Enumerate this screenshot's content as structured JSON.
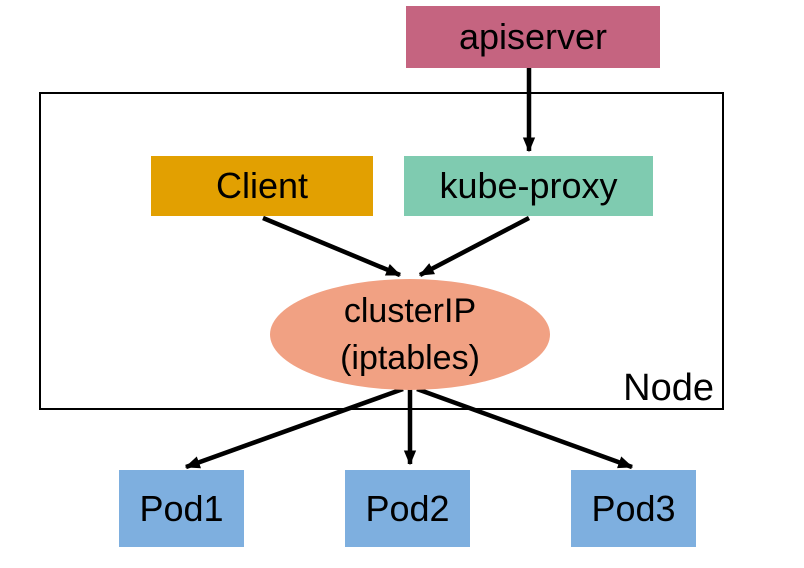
{
  "nodes": {
    "apiserver": {
      "label": "apiserver",
      "color": "#c56480"
    },
    "client": {
      "label": "Client",
      "color": "#e2a001"
    },
    "kube_proxy": {
      "label": "kube-proxy",
      "color": "#7fcbb0"
    },
    "cluster_ip": {
      "line1": "clusterIP",
      "line2": "(iptables)",
      "color": "#f1a183"
    },
    "node_boundary": {
      "label": "Node"
    },
    "pods": [
      {
        "label": "Pod1"
      },
      {
        "label": "Pod2"
      },
      {
        "label": "Pod3"
      }
    ],
    "pod_color": "#7eafdf"
  },
  "edges": [
    {
      "from": "apiserver",
      "to": "kube-proxy"
    },
    {
      "from": "Client",
      "to": "clusterIP (iptables)"
    },
    {
      "from": "kube-proxy",
      "to": "clusterIP (iptables)"
    },
    {
      "from": "clusterIP (iptables)",
      "to": "Pod1"
    },
    {
      "from": "clusterIP (iptables)",
      "to": "Pod2"
    },
    {
      "from": "clusterIP (iptables)",
      "to": "Pod3"
    }
  ],
  "colors": {
    "arrow": "#000000",
    "text": "#000000",
    "background": "#ffffff",
    "node_border": "#000000"
  }
}
